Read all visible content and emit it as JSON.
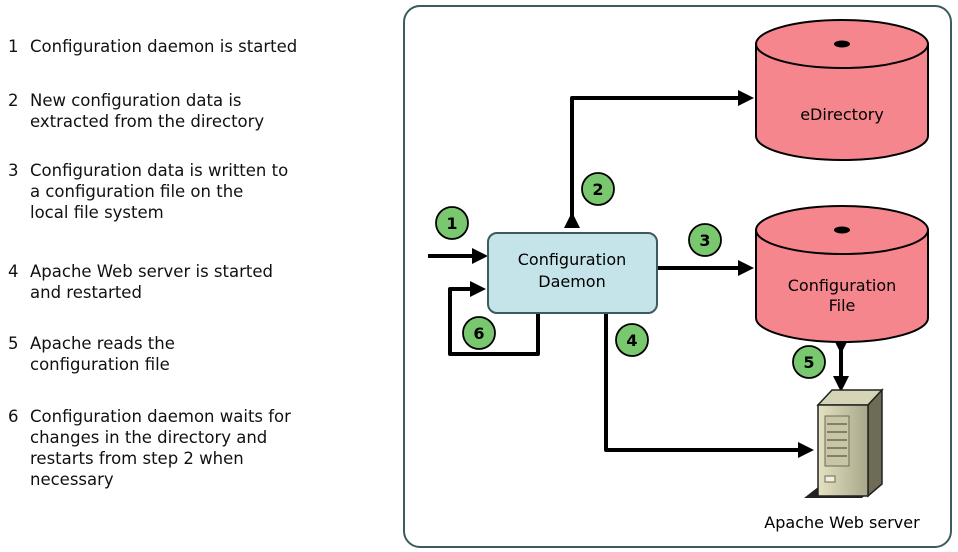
{
  "steps": [
    {
      "num": "1",
      "text": "Configuration daemon is started"
    },
    {
      "num": "2",
      "text": "New configuration data is\nextracted from the directory"
    },
    {
      "num": "3",
      "text": "Configuration data is written to\na configuration file on the\nlocal file system"
    },
    {
      "num": "4",
      "text": "Apache Web server is started\nand restarted"
    },
    {
      "num": "5",
      "text": "Apache reads the\nconfiguration file"
    },
    {
      "num": "6",
      "text": "Configuration daemon waits for\nchanges in the directory and\nrestarts from step 2 when\nnecessary"
    }
  ],
  "diagram": {
    "daemon_label_line1": "Configuration",
    "daemon_label_line2": "Daemon",
    "edirectory_label": "eDirectory",
    "config_file_line1": "Configuration",
    "config_file_line2": "File",
    "server_label": "Apache Web server",
    "badges": [
      "1",
      "2",
      "3",
      "4",
      "5",
      "6"
    ]
  },
  "colors": {
    "badge_fill": "#79c86f",
    "daemon_fill": "#c4e4ea",
    "cylinder_fill": "#f5868e",
    "frame_stroke": "#3d5a60"
  }
}
